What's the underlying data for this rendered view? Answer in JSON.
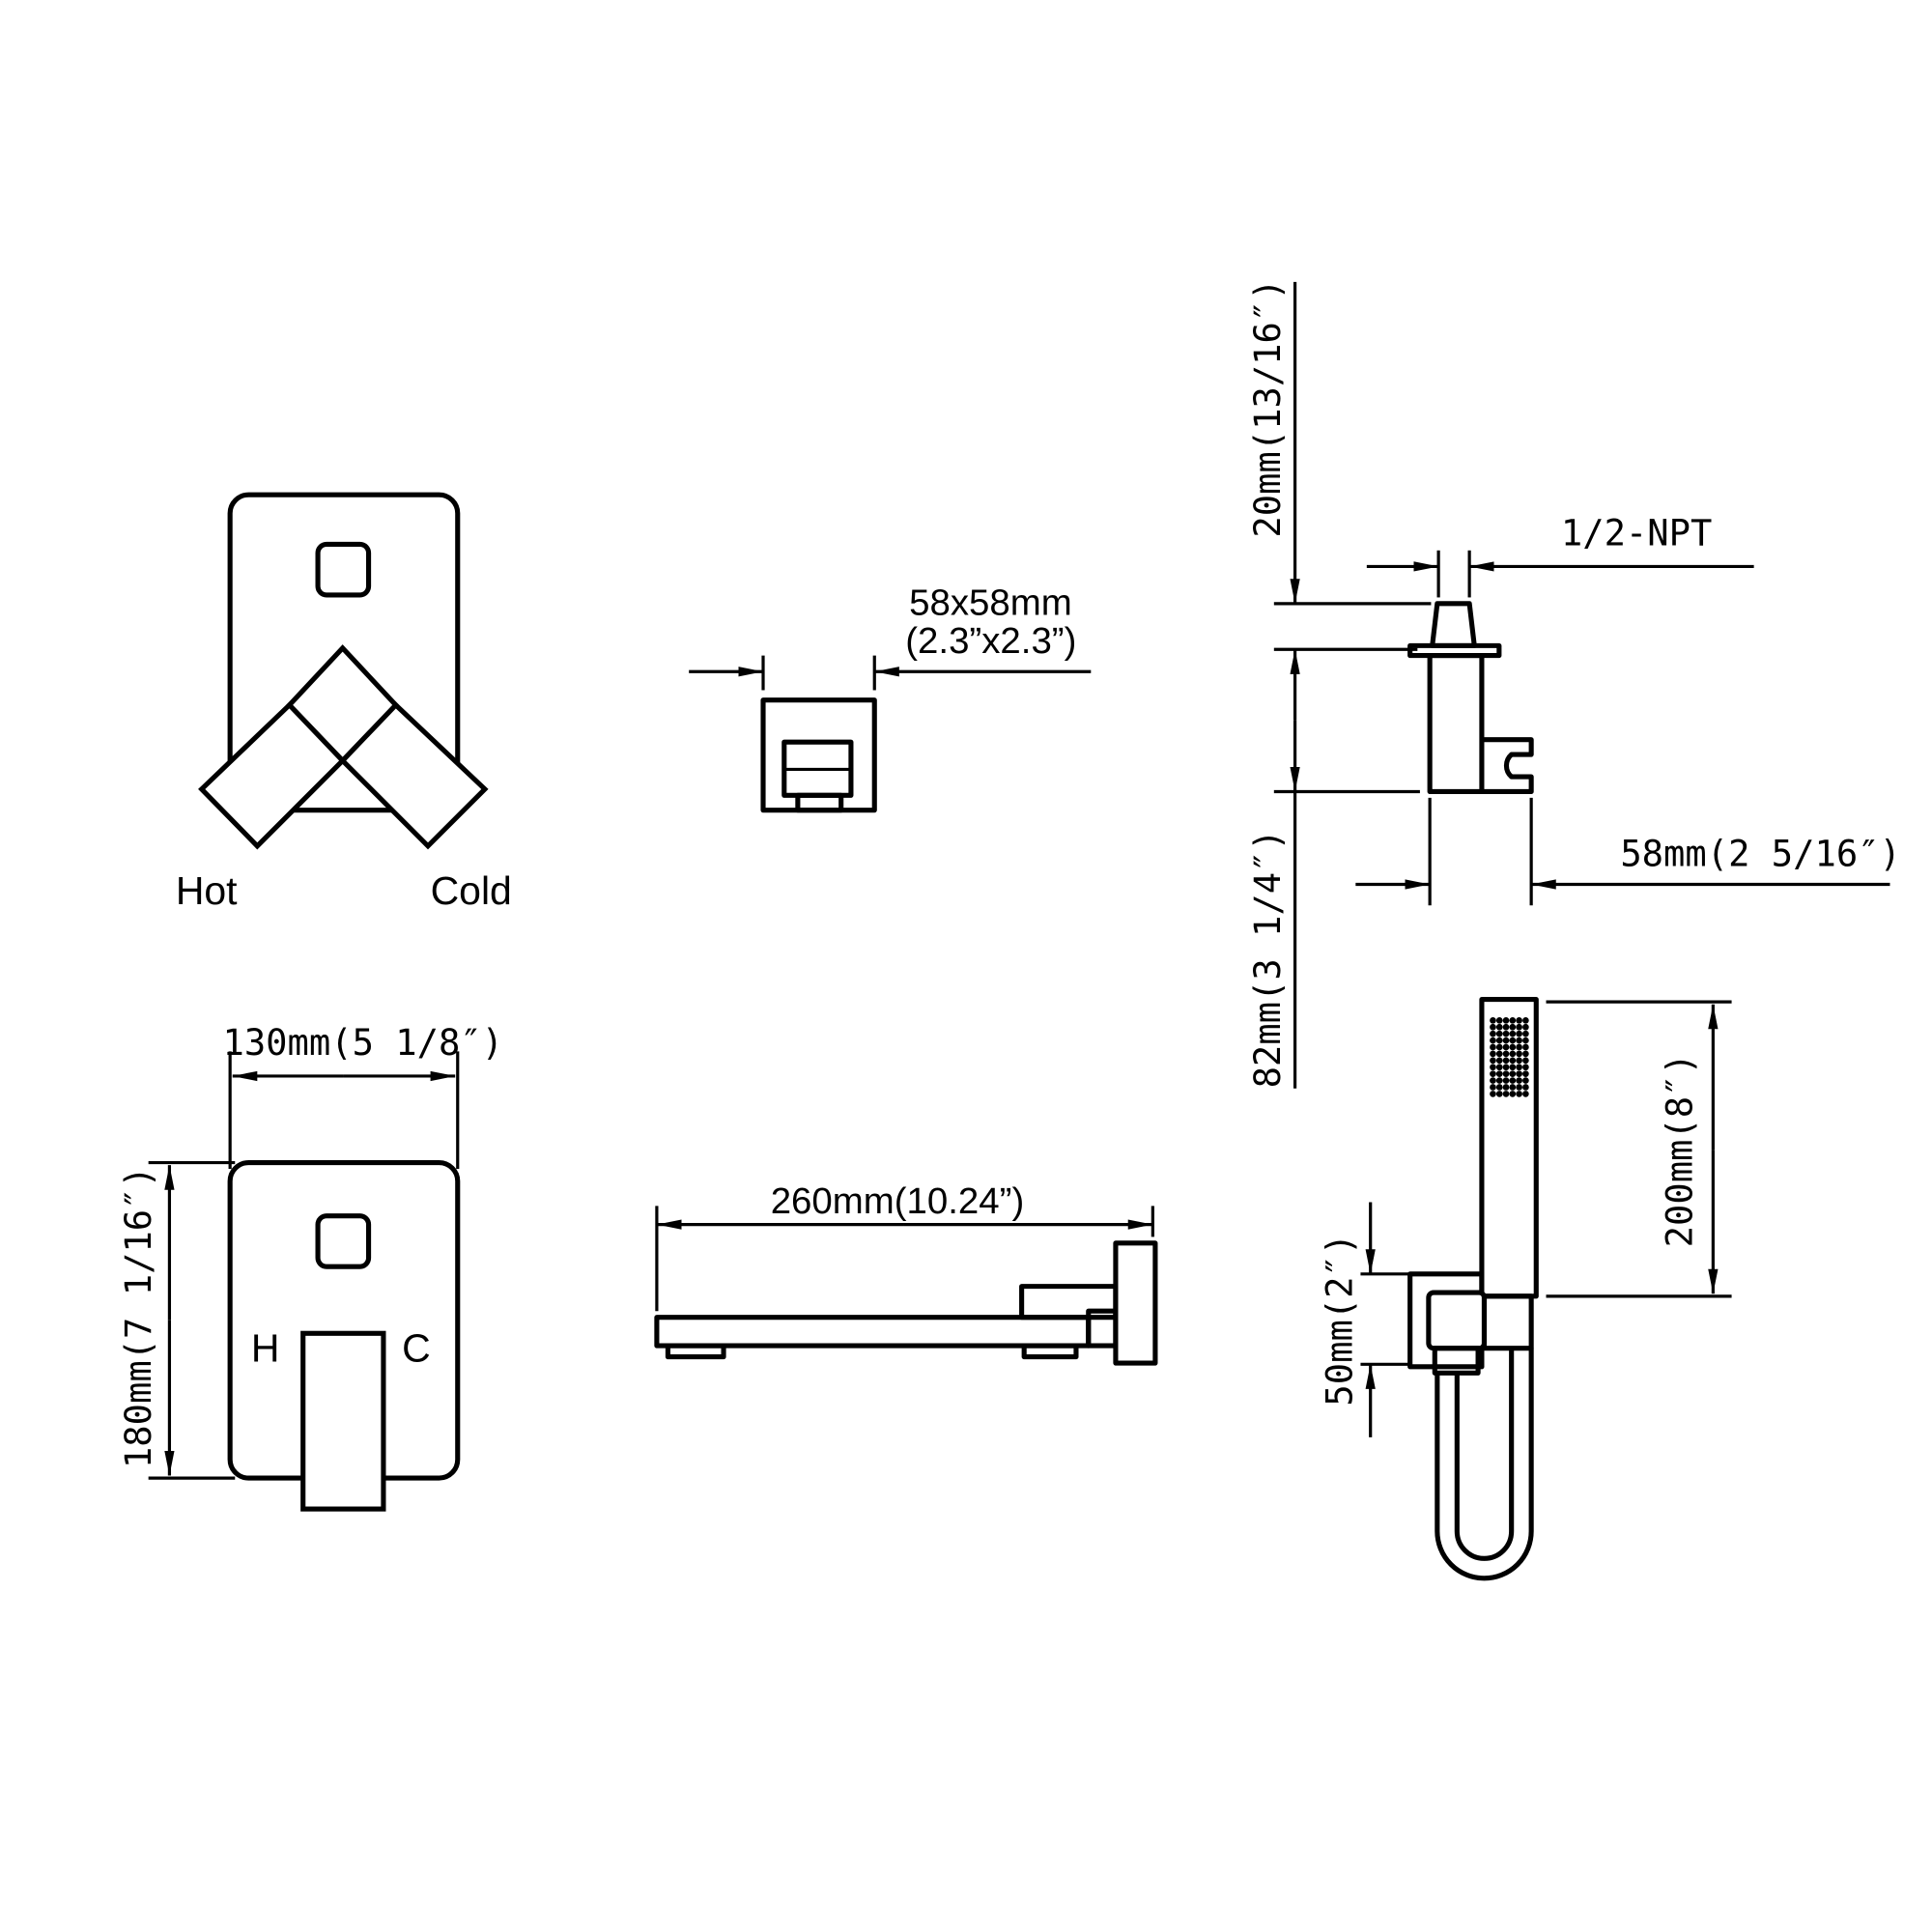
{
  "valve_front_top": {
    "hot_label": "Hot",
    "cold_label": "Cold"
  },
  "spout_front": {
    "size_mm": "58x58mm",
    "size_in": "(2.3”x2.3”)"
  },
  "wall_connector": {
    "thread_label": "1/2-NPT",
    "top_height": "20mm(13/16″)",
    "body_height": "82mm(3 1/4″)",
    "width": "58mm(2 5/16″)"
  },
  "hand_shower": {
    "length": "200mm(8″)",
    "bracket_height": "50mm(2″)"
  },
  "valve_front_bottom": {
    "width": "130mm(5 1/8″)",
    "height": "180mm(7 1/16″)",
    "h_label": "H",
    "c_label": "C"
  },
  "spout_side": {
    "length": "260mm(10.24”)"
  }
}
